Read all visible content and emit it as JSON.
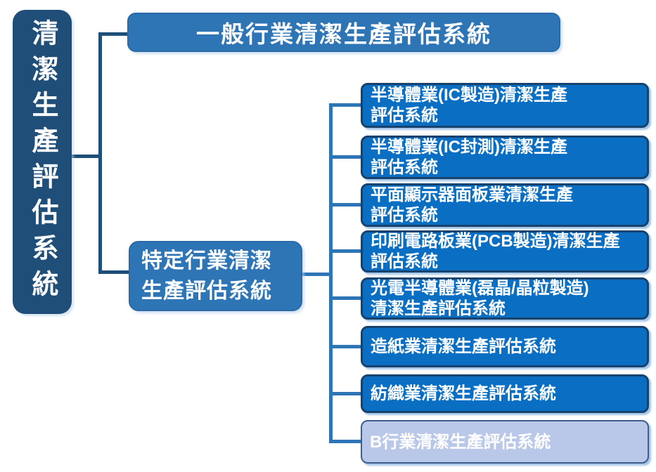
{
  "diagram": {
    "title_node": {
      "label": "清潔生產評估系統"
    },
    "general_node": {
      "label": "一般行業清潔生產評估系統"
    },
    "specific_node": {
      "label": "特定行業清潔\n生產評估系統"
    },
    "children": [
      {
        "label": "半導體業(IC製造)清潔生產\n評估系統"
      },
      {
        "label": "半導體業(IC封測)清潔生產\n評估系統"
      },
      {
        "label": "平面顯示器面板業清潔生產\n評估系統"
      },
      {
        "label": "印刷電路板業(PCB製造)清潔生產\n評估系統"
      },
      {
        "label": "光電半導體業(磊晶/晶粒製造)\n清潔生產評估系統"
      },
      {
        "label": "造紙業清潔生產評估系統"
      },
      {
        "label": "紡織業清潔生產評估系統"
      },
      {
        "label": "B行業清潔生產評估系統",
        "highlighted": true
      }
    ],
    "colors": {
      "root_fill": "#1F4E79",
      "branch_fill": "#2E75B6",
      "child_fill": "#0A6FC2",
      "child_border": "#17426E",
      "highlight_fill": "#B9C7E8",
      "highlight_border": "#3D5E8F",
      "connector_left": "#1F4E79",
      "connector_right": "#2E75B6",
      "text": "#FFFFFF",
      "background": "#FFFFFF"
    }
  }
}
